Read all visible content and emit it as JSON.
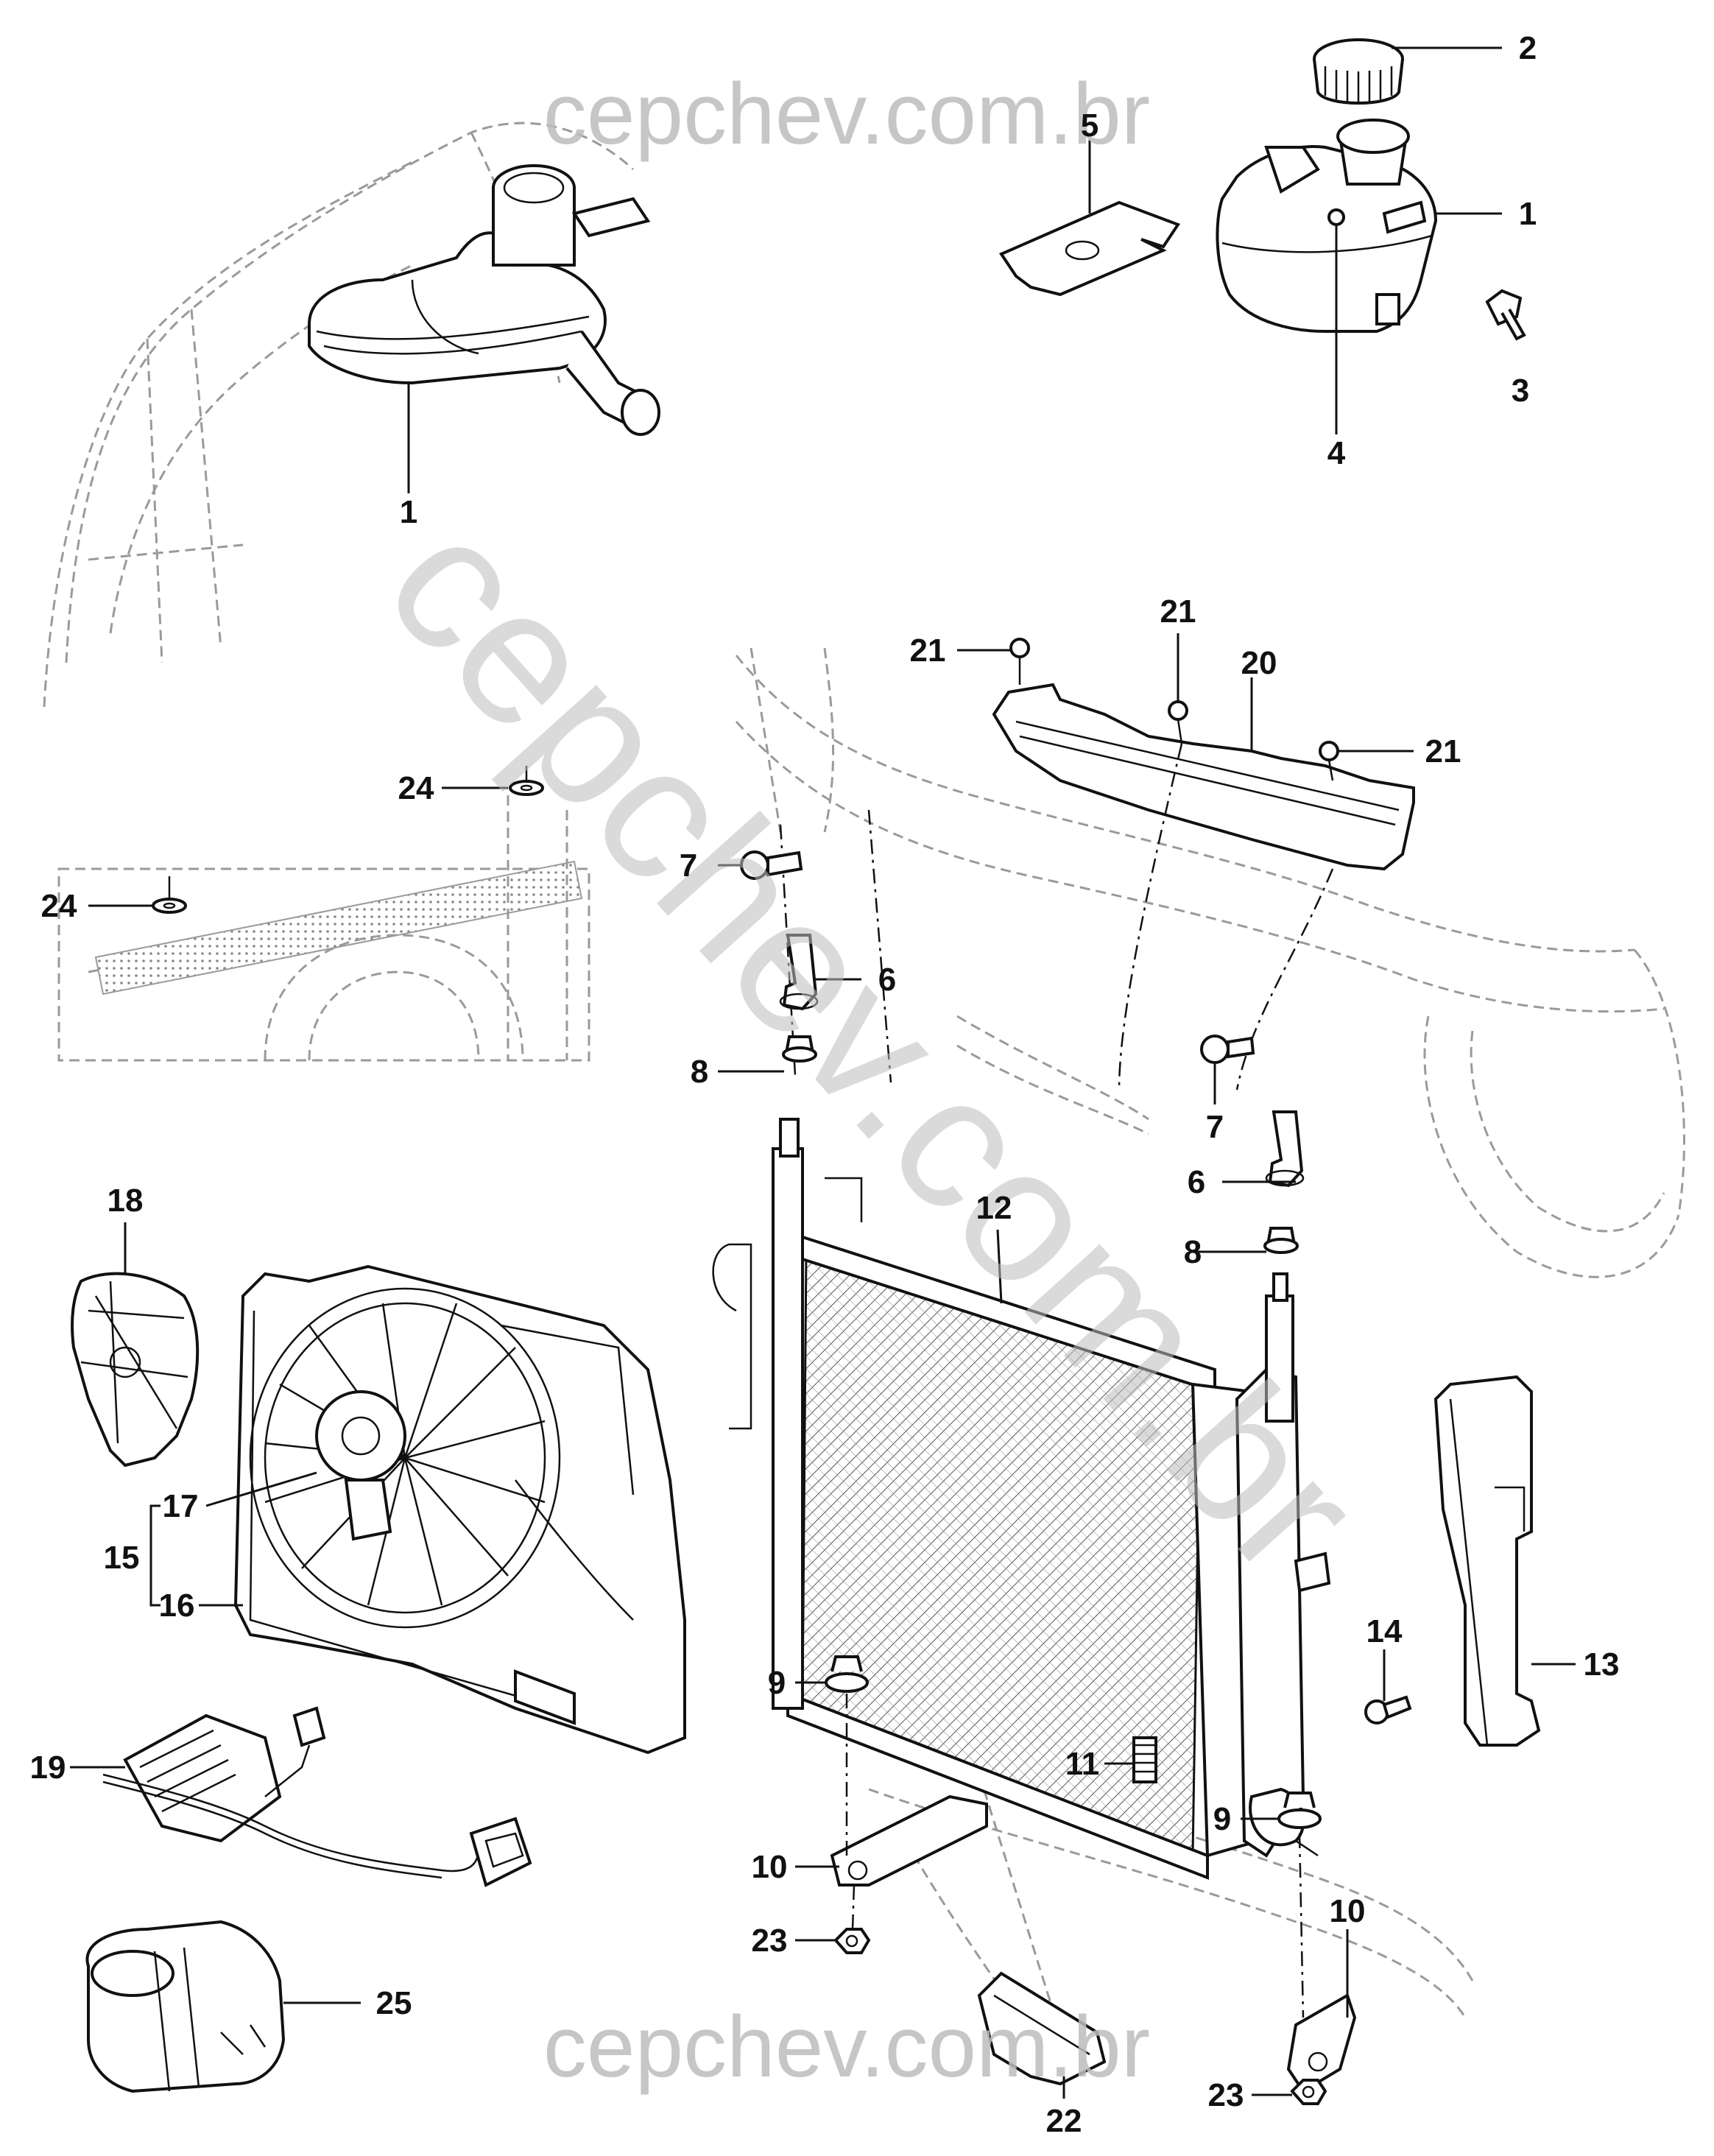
{
  "watermarks": {
    "top": "cepchev.com.br",
    "bottom": "cepchev.com.br",
    "diagonal": "cepchev.com.br"
  },
  "callouts": [
    {
      "id": "c1a",
      "text": "1"
    },
    {
      "id": "c1b",
      "text": "1"
    },
    {
      "id": "c2",
      "text": "2"
    },
    {
      "id": "c3",
      "text": "3"
    },
    {
      "id": "c4",
      "text": "4"
    },
    {
      "id": "c5",
      "text": "5"
    },
    {
      "id": "c6a",
      "text": "6"
    },
    {
      "id": "c6b",
      "text": "6"
    },
    {
      "id": "c7a",
      "text": "7"
    },
    {
      "id": "c7b",
      "text": "7"
    },
    {
      "id": "c8a",
      "text": "8"
    },
    {
      "id": "c8b",
      "text": "8"
    },
    {
      "id": "c9a",
      "text": "9"
    },
    {
      "id": "c9b",
      "text": "9"
    },
    {
      "id": "c10a",
      "text": "10"
    },
    {
      "id": "c10b",
      "text": "10"
    },
    {
      "id": "c11",
      "text": "11"
    },
    {
      "id": "c12",
      "text": "12"
    },
    {
      "id": "c13",
      "text": "13"
    },
    {
      "id": "c14",
      "text": "14"
    },
    {
      "id": "c15",
      "text": "15"
    },
    {
      "id": "c16",
      "text": "16"
    },
    {
      "id": "c17",
      "text": "17"
    },
    {
      "id": "c18",
      "text": "18"
    },
    {
      "id": "c19",
      "text": "19"
    },
    {
      "id": "c20",
      "text": "20"
    },
    {
      "id": "c21a",
      "text": "21"
    },
    {
      "id": "c21b",
      "text": "21"
    },
    {
      "id": "c21c",
      "text": "21"
    },
    {
      "id": "c22",
      "text": "22"
    },
    {
      "id": "c23a",
      "text": "23"
    },
    {
      "id": "c23b",
      "text": "23"
    },
    {
      "id": "c24a",
      "text": "24"
    },
    {
      "id": "c24b",
      "text": "24"
    },
    {
      "id": "c25",
      "text": "25"
    }
  ]
}
